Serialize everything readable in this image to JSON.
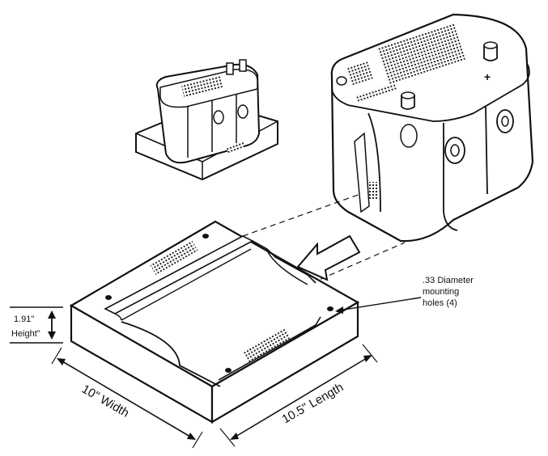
{
  "labels": {
    "height_line1": "1.91\"",
    "height_line2": "Height\"",
    "width": "10\" Width",
    "length": "10.5\" Length",
    "holes_line1": ".33 Diameter",
    "holes_line2": "mounting",
    "holes_line3": "holes (4)"
  }
}
